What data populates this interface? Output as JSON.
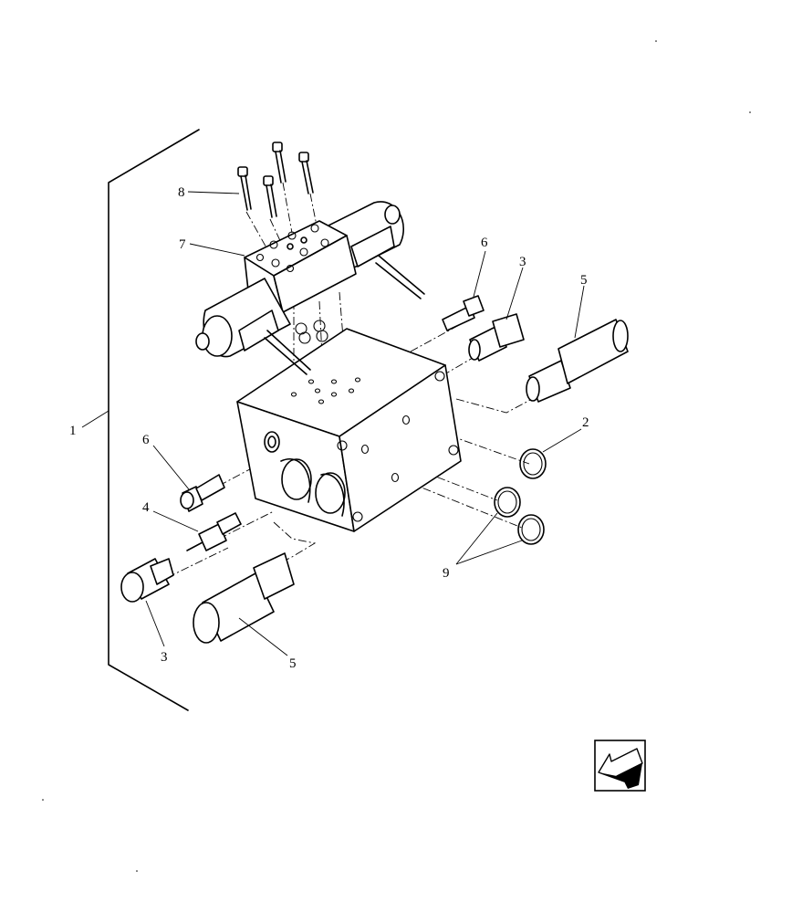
{
  "diagram": {
    "callouts": [
      {
        "id": "c1",
        "label": "1"
      },
      {
        "id": "c2",
        "label": "2"
      },
      {
        "id": "c3a",
        "label": "3"
      },
      {
        "id": "c3b",
        "label": "3"
      },
      {
        "id": "c4",
        "label": "4"
      },
      {
        "id": "c5a",
        "label": "5"
      },
      {
        "id": "c5b",
        "label": "5"
      },
      {
        "id": "c6a",
        "label": "6"
      },
      {
        "id": "c6b",
        "label": "6"
      },
      {
        "id": "c7",
        "label": "7"
      },
      {
        "id": "c8",
        "label": "8"
      },
      {
        "id": "c9",
        "label": "9"
      }
    ],
    "nav_icon": "back-arrow-icon"
  }
}
